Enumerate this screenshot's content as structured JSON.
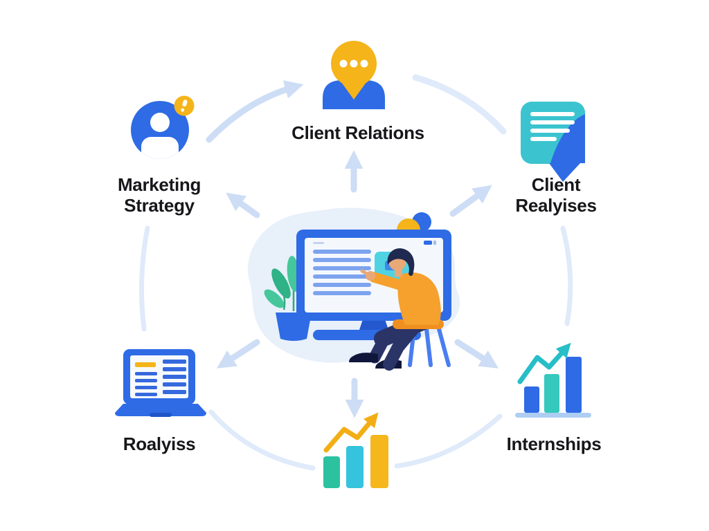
{
  "diagram": {
    "type": "circular-process-infographic",
    "center": {
      "illustration": "person-working-at-computer-illustration",
      "elements": [
        "monitor-with-list-and-card",
        "seated-person-pointing",
        "plant-in-pot",
        "stool",
        "yellow-circle",
        "blue-circle"
      ]
    },
    "nodes": {
      "client_relations": {
        "label": "Client Relations",
        "icon": "speech-pin-person-icon"
      },
      "marketing_strategy": {
        "line1": "Marketing",
        "line2": "Strategy",
        "icon": "user-avatar-badge-icon"
      },
      "client_realyises": {
        "line1": "Client",
        "line2": "Realyises",
        "icon": "chat-message-lines-icon"
      },
      "roalyiss": {
        "label": "Roalyiss",
        "icon": "laptop-report-icon"
      },
      "internships": {
        "label": "Internships",
        "icon": "growth-bar-chart-icon"
      },
      "growth_chart": {
        "label": "",
        "icon": "yellow-growth-bar-chart-icon"
      }
    },
    "connectors": {
      "style": "light-blue-arrows-in-circle",
      "radial_arrows": [
        "up",
        "up-left",
        "up-right",
        "down-left",
        "down",
        "down-right"
      ],
      "arc_segments": [
        "top-left-arrow",
        "top-right",
        "left",
        "right",
        "bottom-left",
        "bottom-right"
      ]
    },
    "colors": {
      "background": "#ffffff",
      "primary_blue": "#2e6be4",
      "dark_blue": "#2458cf",
      "yellow": "#f4b41a",
      "orange": "#f6a12d",
      "teal": "#3bc4cf",
      "green_teal": "#2cc2a0",
      "cyan": "#38c6dc",
      "leaf_green": "#2fb286",
      "arrow_light_blue": "#cdddf5",
      "arc_light_blue": "#dfeafa",
      "text": "#17171b"
    }
  }
}
